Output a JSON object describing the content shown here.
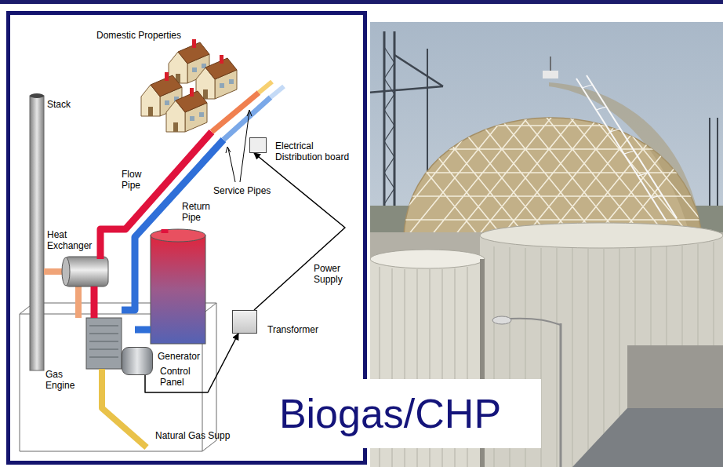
{
  "diagram": {
    "title": "Biogas/CHP",
    "nodes": [
      {
        "text": [
          "Electrical Distribution board"
        ]
      },
      {
        "text": [
          "Transformer"
        ]
      },
      {
        "text": [
          "Generator"
        ]
      }
    ],
    "edges": [
      {
        "from": 2,
        "to": 1,
        "arrow": "to"
      },
      {
        "from": 1,
        "to": 0,
        "arrow": "to",
        "label": "Power Supply"
      }
    ],
    "labels": [
      "Domestic Properties",
      "Stack",
      "Flow Pipe",
      "Service Pipes",
      "Return Pipe",
      "Heat Exchanger",
      "Gas Engine",
      "Control Panel",
      "Natural Gas Supp"
    ]
  }
}
